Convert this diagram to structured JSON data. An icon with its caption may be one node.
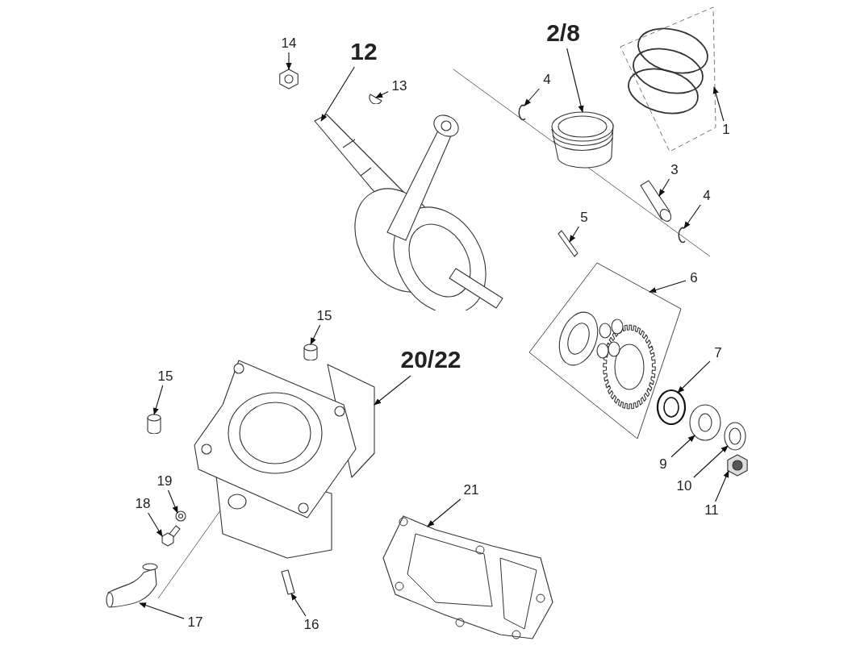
{
  "diagram": {
    "nodes": [
      {
        "text": [
          "14"
        ]
      },
      {
        "text": [],
        "shape": "picture"
      },
      {
        "text": [
          "12"
        ]
      },
      {
        "text": [],
        "shape": "picture"
      },
      {
        "text": [
          "13"
        ]
      },
      {
        "text": [],
        "shape": "picture"
      },
      {
        "text": [
          "2/8"
        ]
      },
      {
        "text": [],
        "shape": "picture"
      },
      {
        "text": [
          "4"
        ]
      },
      {
        "text": [],
        "shape": "picture"
      },
      {
        "text": [
          "1"
        ]
      },
      {
        "text": [],
        "shape": "picture"
      },
      {
        "text": [
          "3"
        ]
      },
      {
        "text": [],
        "shape": "picture"
      },
      {
        "text": [
          "4"
        ]
      },
      {
        "text": [],
        "shape": "picture"
      },
      {
        "text": [
          "5"
        ]
      },
      {
        "text": [],
        "shape": "picture"
      },
      {
        "text": [
          "6"
        ]
      },
      {
        "text": [],
        "shape": "picture"
      },
      {
        "text": [
          "15"
        ]
      },
      {
        "text": [],
        "shape": "picture"
      },
      {
        "text": [
          "20/22"
        ]
      },
      {
        "text": [],
        "shape": "picture"
      },
      {
        "text": [
          "7"
        ]
      },
      {
        "text": [],
        "shape": "picture"
      },
      {
        "text": [
          "15"
        ]
      },
      {
        "text": [],
        "shape": "picture"
      },
      {
        "text": [
          "9"
        ]
      },
      {
        "text": [],
        "shape": "picture"
      },
      {
        "text": [
          "10"
        ]
      },
      {
        "text": [],
        "shape": "picture"
      },
      {
        "text": [
          "11"
        ]
      },
      {
        "text": [],
        "shape": "picture"
      },
      {
        "text": [
          "19"
        ]
      },
      {
        "text": [],
        "shape": "picture"
      },
      {
        "text": [
          "18"
        ]
      },
      {
        "text": [],
        "shape": "picture"
      },
      {
        "text": [
          "21"
        ]
      },
      {
        "text": [],
        "shape": "picture"
      },
      {
        "text": [
          "17"
        ]
      },
      {
        "text": [],
        "shape": "picture"
      },
      {
        "text": [
          "16"
        ]
      },
      {
        "text": [],
        "shape": "picture"
      }
    ],
    "edges": [
      {
        "from": 0,
        "to": 1,
        "arrow": "to"
      },
      {
        "from": 2,
        "to": 3,
        "arrow": "to"
      },
      {
        "from": 4,
        "to": 5,
        "arrow": "to"
      },
      {
        "from": 6,
        "to": 7,
        "arrow": "to"
      },
      {
        "from": 8,
        "to": 9,
        "arrow": "to"
      },
      {
        "from": 10,
        "to": 11,
        "arrow": "to"
      },
      {
        "from": 12,
        "to": 13,
        "arrow": "to"
      },
      {
        "from": 14,
        "to": 15,
        "arrow": "to"
      },
      {
        "from": 16,
        "to": 17,
        "arrow": "to"
      },
      {
        "from": 18,
        "to": 19,
        "arrow": "to"
      },
      {
        "from": 20,
        "to": 21,
        "arrow": "to"
      },
      {
        "from": 22,
        "to": 23,
        "arrow": "to"
      },
      {
        "from": 24,
        "to": 25,
        "arrow": "to"
      },
      {
        "from": 26,
        "to": 27,
        "arrow": "to"
      },
      {
        "from": 28,
        "to": 29,
        "arrow": "to"
      },
      {
        "from": 30,
        "to": 31,
        "arrow": "to"
      },
      {
        "from": 32,
        "to": 33,
        "arrow": "to"
      },
      {
        "from": 34,
        "to": 35,
        "arrow": "to"
      },
      {
        "from": 36,
        "to": 37,
        "arrow": "to"
      },
      {
        "from": 38,
        "to": 39,
        "arrow": "to"
      },
      {
        "from": 40,
        "to": 41,
        "arrow": "to"
      },
      {
        "from": 42,
        "to": 43,
        "arrow": "to"
      }
    ]
  }
}
